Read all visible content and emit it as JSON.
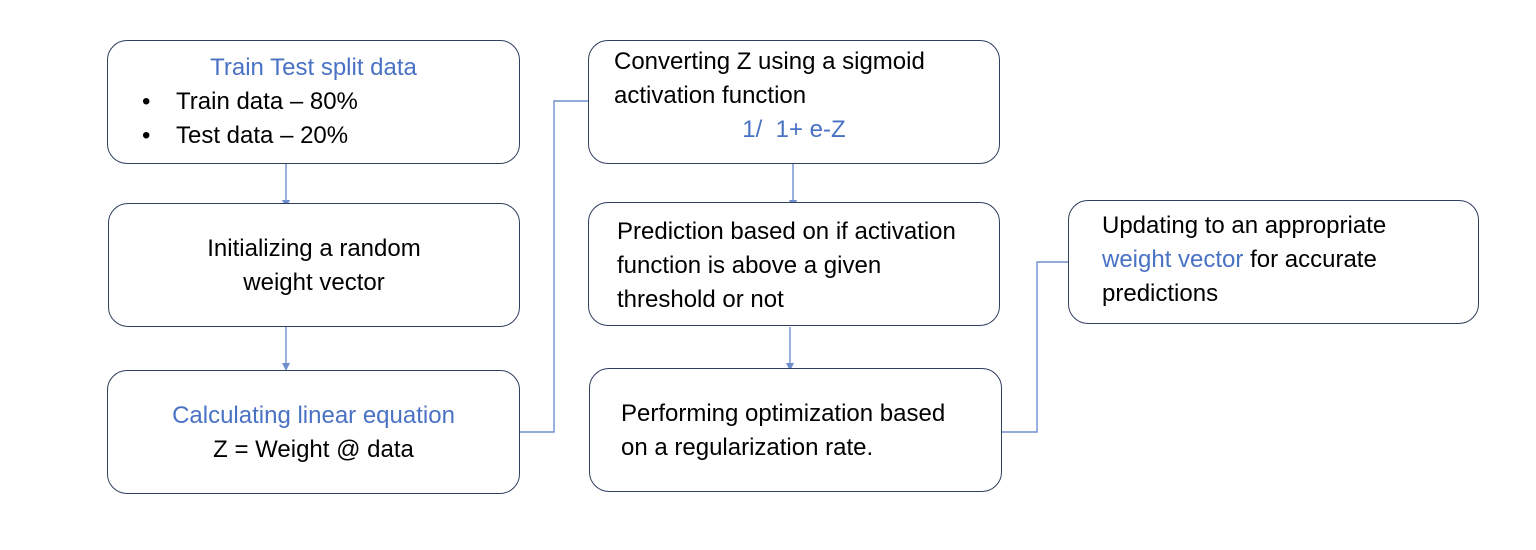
{
  "nodes": {
    "split": {
      "title": "Train Test split data",
      "bullets": [
        "Train data – 80%",
        "Test data – 20%"
      ],
      "bullet_glyph": "•"
    },
    "init": {
      "line1": "Initializing a random",
      "line2": "weight vector"
    },
    "linear": {
      "title": "Calculating linear equation",
      "formula": "Z = Weight @ data"
    },
    "sigmoid": {
      "line1": "Converting Z using a sigmoid",
      "line2": "activation function",
      "formula": "1/  1+ e-Z"
    },
    "predict": {
      "line1": "Prediction based on if activation",
      "line2": "function is above a given",
      "line3": "threshold or not"
    },
    "optimize": {
      "line1": "Performing optimization based",
      "line2": "on a regularization rate."
    },
    "update": {
      "line1_before": "Updating to an appropriate",
      "highlight": "weight vector",
      "line2_after": " for accurate",
      "line3": "predictions"
    }
  },
  "colors": {
    "accent": "#4a72c4",
    "border": "#2f3e5c",
    "connector": "#6f8fd0"
  }
}
